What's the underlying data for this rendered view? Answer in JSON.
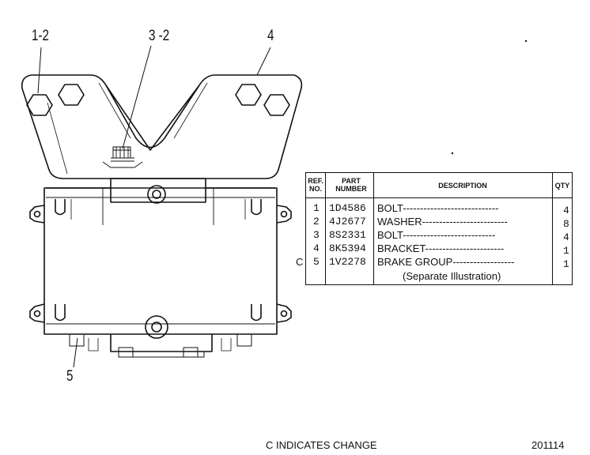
{
  "callouts": {
    "c1": "1-2",
    "c3": "3 -2",
    "c4": "4",
    "c5": "5"
  },
  "parts_table": {
    "headers": {
      "ref_no": "REF. NO.",
      "part_number": "PART NUMBER",
      "description": "DESCRIPTION",
      "qty": "QTY"
    },
    "rows": [
      {
        "ref": "1",
        "part": "1D4586",
        "desc": "BOLT----------------------------",
        "qty": "4"
      },
      {
        "ref": "2",
        "part": "4J2677",
        "desc": "WASHER-------------------------",
        "qty": "8"
      },
      {
        "ref": "3",
        "part": "8S2331",
        "desc": "BOLT---------------------------",
        "qty": "4"
      },
      {
        "ref": "4",
        "part": "8K5394",
        "desc": "BRACKET-----------------------",
        "qty": "1"
      },
      {
        "ref": "5",
        "part": "1V2278",
        "desc": "BRAKE GROUP------------------",
        "qty": "1"
      }
    ],
    "note": "(Separate Illustration)",
    "change_marker": "C"
  },
  "footer": {
    "change_note": "C INDICATES CHANGE",
    "figure_number": "201114"
  }
}
